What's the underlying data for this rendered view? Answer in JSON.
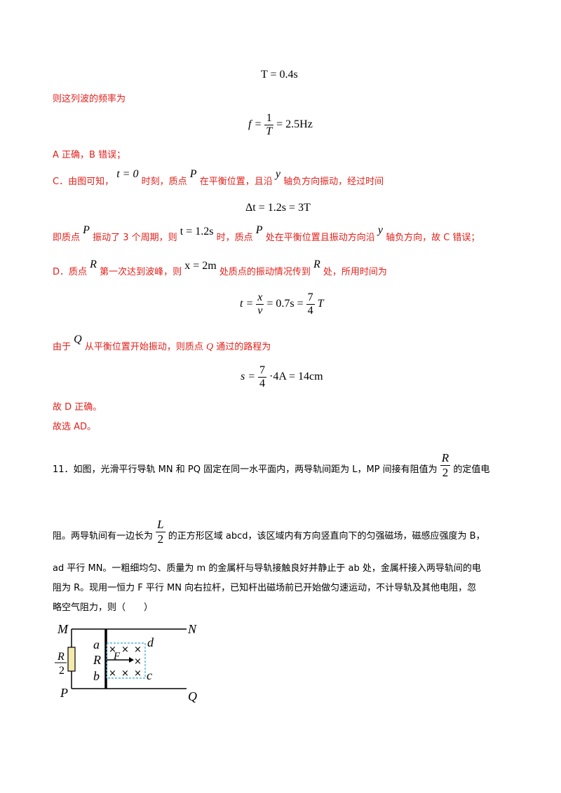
{
  "eq_T": "T = 0.4s",
  "line_freq": "则这列波的频率为",
  "eq_f": {
    "lhs": "f =",
    "num": "1",
    "den": "T",
    "rhs": "= 2.5Hz"
  },
  "line_AB": "A 正确，B 错误；",
  "line_C": {
    "p1": "C．由图可知，",
    "m1": "t = 0",
    "p2": "时刻，质点",
    "m2": "P",
    "p3": "在平衡位置，且沿",
    "m3": "y",
    "p4": "轴负方向振动，经过时间"
  },
  "eq_dt": "Δt = 1.2s = 3T",
  "line_period": {
    "p1": "即质点",
    "m1": "P",
    "p2": "振动了 3 个周期，则",
    "m2": "t = 1.2s",
    "p3": "时，质点",
    "m3": "P",
    "p4": "处在平衡位置且振动方向沿",
    "m4": "y",
    "p5": "轴负方向，故 C 错误；"
  },
  "line_D": {
    "p1": "D．质点",
    "m1": "R",
    "p2": "第一次达到波峰，则",
    "m2": "x = 2m",
    "p3": "处质点的振动情况传到",
    "m3": "R",
    "p4": "处，所用时间为"
  },
  "eq_t": {
    "lhs": "t =",
    "n1": "x",
    "d1": "v",
    "mid": "= 0.7s =",
    "n2": "7",
    "d2": "4",
    "rhs": "T"
  },
  "line_Q": {
    "p1": "由于",
    "m1": "Q",
    "p2": "从平衡位置开始振动，则质点",
    "m2": "Q",
    "p3": "通过的路程为"
  },
  "eq_s": {
    "lhs": "s =",
    "num": "7",
    "den": "4",
    "rhs": "·4A = 14cm"
  },
  "line_Dright": "故 D 正确。",
  "line_ans": "故选 AD。",
  "q11": {
    "l1a": "11．如图，光滑平行导轨 MN 和 PQ 固定在同一水平面内，两导轨间距为 L，MP 间接有阻值为",
    "l1_num": "R",
    "l1_den": "2",
    "l1b": "的定值电",
    "l2a": "阻。两导轨间有一边长为",
    "l2_num": "L",
    "l2_den": "2",
    "l2b": "的正方形区域 abcd，该区域内有方向竖直向下的匀强磁场，磁感应强度为 B，",
    "l3": "ad 平行 MN。一粗细均匀、质量为 m 的金属杆与导轨接触良好并静止于 ab 处，金属杆接入两导轨间的电",
    "l4": "阻为 R。现用一恒力 F 平行 MN 向右拉杆，已知杆出磁场前已开始做匀速运动，不计导轨及其他电阻，忽",
    "l5": "略空气阻力，则（　　）"
  },
  "figure": {
    "M": "M",
    "N": "N",
    "P": "P",
    "Q": "Q",
    "a": "a",
    "b": "b",
    "c": "c",
    "d": "d",
    "R_rod": "R",
    "F": "F",
    "res_num": "R",
    "res_den": "2",
    "cross": "×"
  }
}
